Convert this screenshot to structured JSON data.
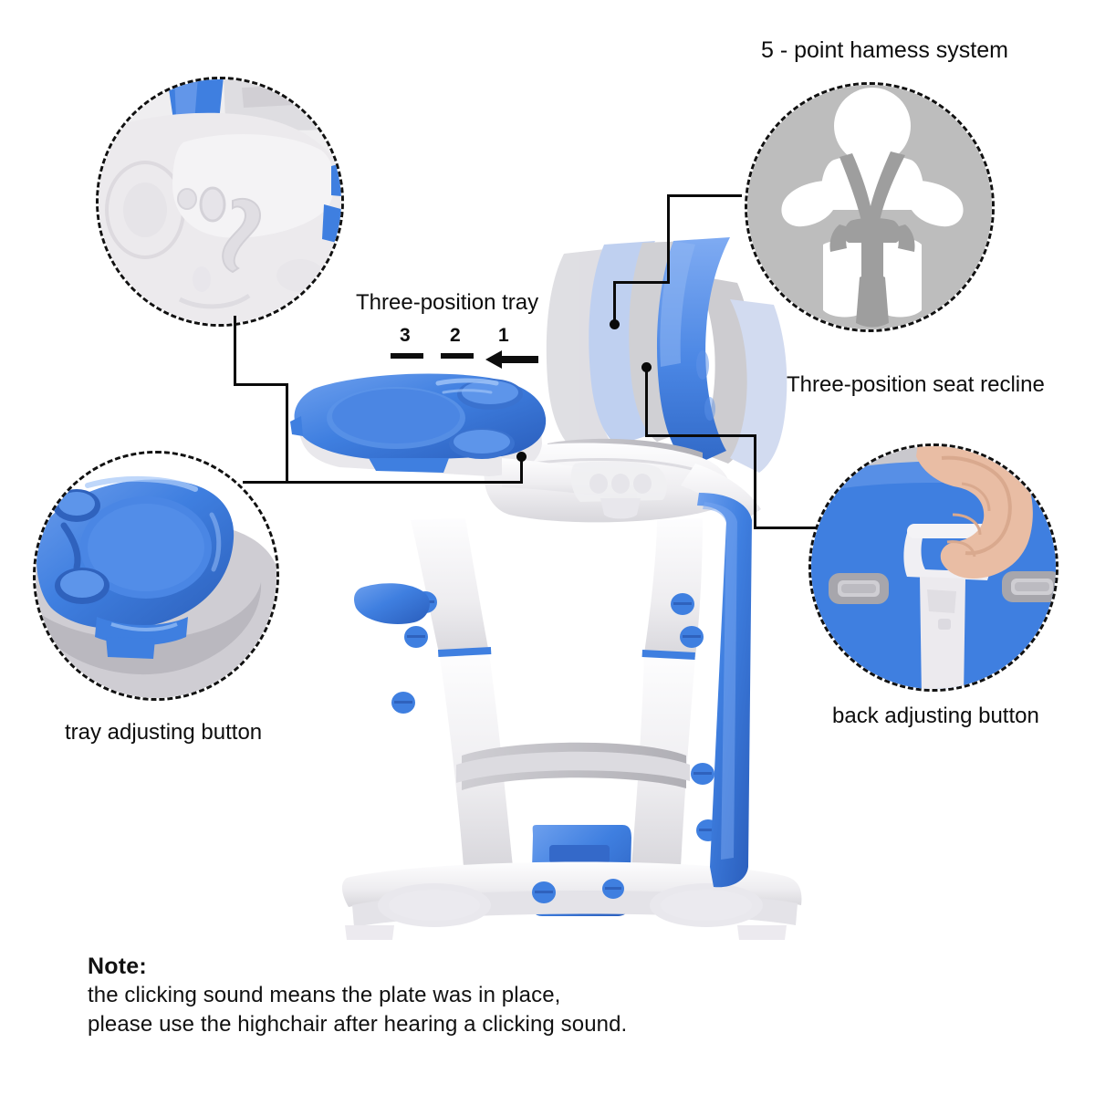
{
  "labels": {
    "harness": "5 - point hamess system",
    "tray": "Three-position tray",
    "recline": "Three-position seat recline",
    "tray_adjusting": "tray adjusting button",
    "back_adjusting": "back adjusting button"
  },
  "tray_positions": {
    "values": [
      "3",
      "2",
      "1"
    ],
    "arrow_direction": "left",
    "active": "1"
  },
  "note": {
    "title": "Note:",
    "line1": "the clicking sound means the plate was in place,",
    "line2": "please use the highchair after hearing a clicking sound."
  },
  "colors": {
    "accent_blue": "#3f7fe0",
    "blue_light": "#6b9ceb",
    "blue_dark": "#2f62bd",
    "plastic_white": "#f2f1f3",
    "plastic_grey": "#c9c8cc",
    "grey_pictogram": "#b8b8b8",
    "line_black": "#0a0a0a",
    "skin": "#e7b79e",
    "background": "#ffffff"
  },
  "callouts": [
    {
      "id": "tray-detail",
      "depicts": "close-up of white plastic tray latch detail"
    },
    {
      "id": "harness",
      "depicts": "grey pictogram of child secured by 5-point harness"
    },
    {
      "id": "tray-blue",
      "depicts": "blue feeding tray with two cup holders"
    },
    {
      "id": "hand",
      "depicts": "hand gripping white back-adjusting handle on blue seat back"
    }
  ],
  "product": {
    "name": "convertible baby highchair, side view",
    "recline_ghost_positions": 3
  }
}
